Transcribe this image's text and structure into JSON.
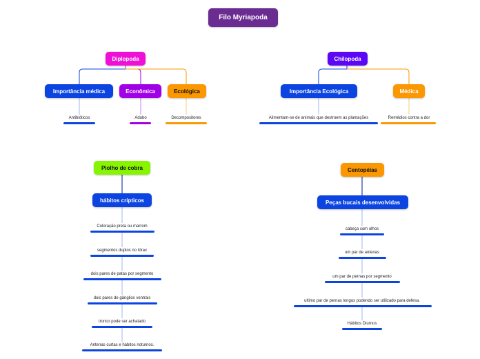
{
  "title": "Filo Myriapoda",
  "colors": {
    "root": "#6a2c91",
    "blue": "#0b44e0",
    "magenta": "#ee10d6",
    "purple": "#5b06f5",
    "violet": "#a000e6",
    "orange": "#fb9700",
    "lime": "#88f500"
  },
  "groups": {
    "diplopoda": {
      "label": "Diplopoda",
      "branches": [
        {
          "label": "Importância médica",
          "leaf": "Antibióticos"
        },
        {
          "label": "Econômica",
          "leaf": "Adubo"
        },
        {
          "label": "Ecológica",
          "leaf": "Decompositores"
        }
      ]
    },
    "chilopoda": {
      "label": "Chilopoda",
      "branches": [
        {
          "label": "Importância Ecológica",
          "leaf": "Alimentam-se de animais que destroem as plantações"
        },
        {
          "label": "Médica",
          "leaf": "Remédios contra a dor"
        }
      ]
    },
    "piolho": {
      "label": "Piolho de cobra",
      "sub": "hábitos crípticos",
      "items": [
        "Coloração preta ou marrom",
        "segmentos duplos no tórax",
        "dois pares de patas por segmento",
        "dois pares de gânglios ventrais",
        "tronco pode ser achatado",
        "Antenas curtas e hábitos noturnos."
      ]
    },
    "centopeias": {
      "label": "Centopéias",
      "sub": "Peças bucais desenvolvidas",
      "items": [
        "cabeça com olhos",
        "um par de antenas",
        "um par de pernas por segmento",
        "ultimo par de pernas longos podendo ser utilizado para defesa.",
        "Hábitos Diurnos"
      ]
    }
  }
}
